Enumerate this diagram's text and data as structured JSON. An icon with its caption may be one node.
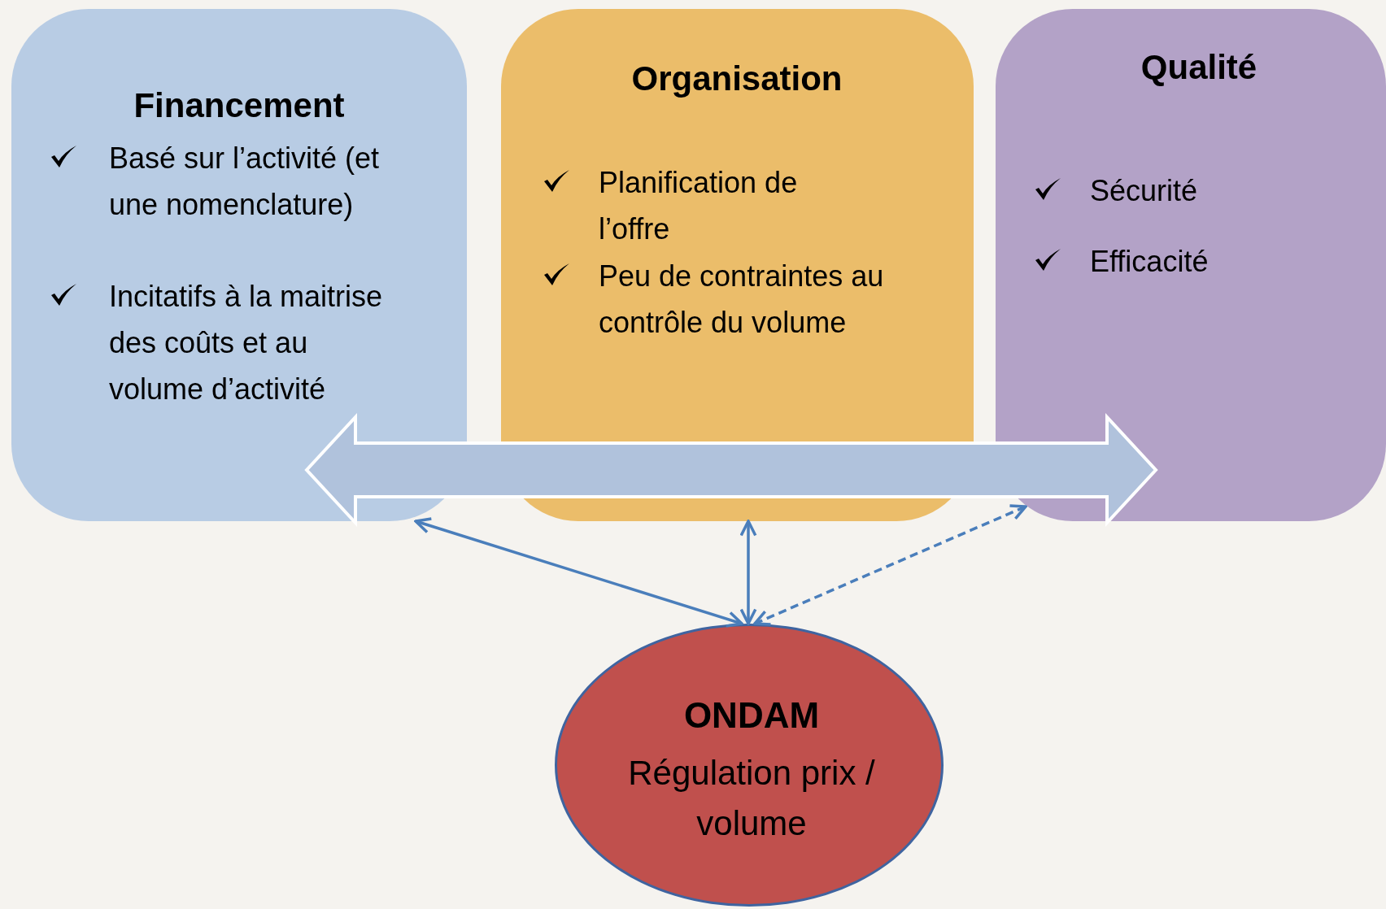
{
  "diagram": {
    "nodes": [
      {
        "text": [
          "Financement",
          "Basé sur l’activité (et une nomenclature)",
          "Incitatifs à la maitrise des coûts et au volume d’activité"
        ]
      },
      {
        "text": [
          "Organisation",
          "Planification de l’offre",
          "Peu de contraintes au contrôle du volume"
        ]
      },
      {
        "text": [
          "Qualité",
          "Sécurité",
          "Efficacité"
        ]
      },
      {
        "text": [
          "ONDAM",
          "Régulation prix / volume"
        ]
      }
    ],
    "edges": [
      {
        "from": 0,
        "to": 2,
        "arrow": "both",
        "style": "thick"
      },
      {
        "from": 3,
        "to": 0,
        "arrow": "both"
      },
      {
        "from": 3,
        "to": 1,
        "arrow": "both"
      },
      {
        "from": 3,
        "to": 2,
        "arrow": "both",
        "style": "dashed"
      }
    ]
  }
}
